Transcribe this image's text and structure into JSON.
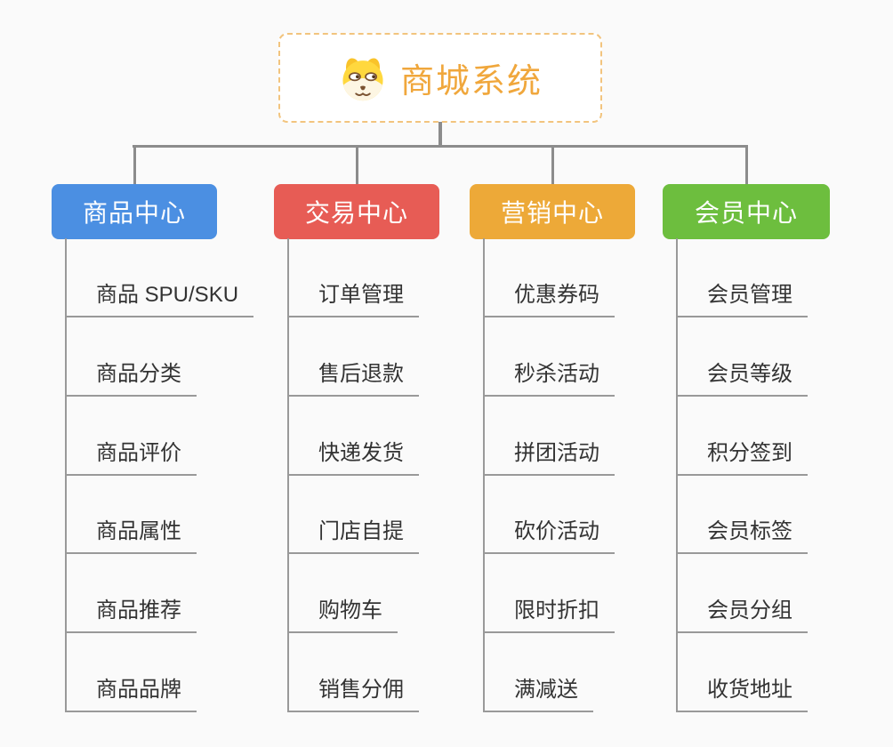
{
  "root": {
    "title": "商城系统",
    "icon": "dog-face-icon",
    "title_color": "#f0a73c",
    "border_color": "#f2c47e"
  },
  "colors": {
    "background": "#fafafa",
    "connector": "#8c8c8c",
    "underline": "#999999",
    "sub_text": "#333333"
  },
  "branches": [
    {
      "label": "商品中心",
      "color": "#4b8fe2",
      "items": [
        "商品 SPU/SKU",
        "商品分类",
        "商品评价",
        "商品属性",
        "商品推荐",
        "商品品牌"
      ]
    },
    {
      "label": "交易中心",
      "color": "#e75c55",
      "items": [
        "订单管理",
        "售后退款",
        "快递发货",
        "门店自提",
        "购物车",
        "销售分佣"
      ]
    },
    {
      "label": "营销中心",
      "color": "#eda938",
      "items": [
        "优惠券码",
        "秒杀活动",
        "拼团活动",
        "砍价活动",
        "限时折扣",
        "满减送"
      ]
    },
    {
      "label": "会员中心",
      "color": "#6dbe3e",
      "items": [
        "会员管理",
        "会员等级",
        "积分签到",
        "会员标签",
        "会员分组",
        "收货地址"
      ]
    }
  ]
}
